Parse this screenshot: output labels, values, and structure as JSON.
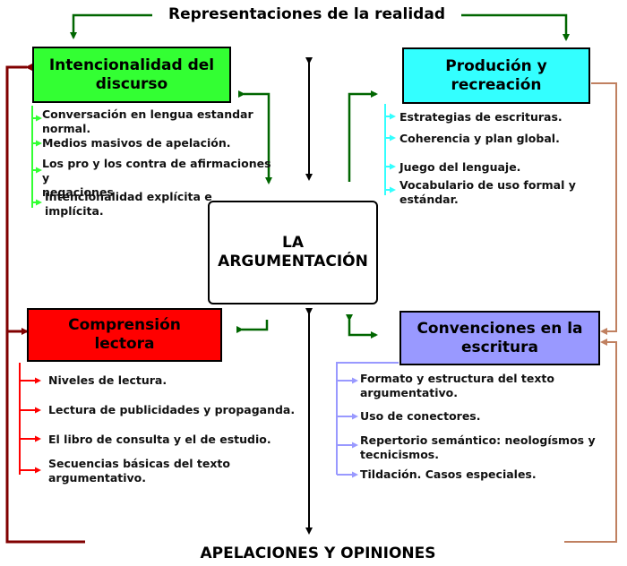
{
  "top_title": "Representaciones de la realidad",
  "bottom_title": "APELACIONES Y OPINIONES",
  "center": {
    "line1": "LA",
    "line2": "ARGUMENTACIÓN"
  },
  "colors": {
    "green": "#33ff33",
    "cyan": "#33ffff",
    "red": "#ff0000",
    "lavender": "#9999ff",
    "dark_green": "#006600",
    "dark_red": "#800000",
    "brown": "#c08060"
  },
  "boxes": {
    "intencionalidad": {
      "line1": "Intencionalidad del",
      "line2": "discurso"
    },
    "produccion": {
      "line1": "Produción y",
      "line2": "recreación"
    },
    "comprension": {
      "line1": "Comprensión",
      "line2": "lectora"
    },
    "convenciones": {
      "line1": "Convenciones en la",
      "line2": "escritura"
    }
  },
  "intencionalidad_items": [
    {
      "line1": "Conversación en lengua estandar",
      "line2": "normal."
    },
    {
      "line1": "Medios masivos de apelación.",
      "line2": ""
    },
    {
      "line1": "Los pro y los contra de afirmaciones y",
      "line2": "negaciones"
    },
    {
      "line1": "Intencionalidad explícita e",
      "line2": "implícita."
    }
  ],
  "produccion_items": [
    {
      "line1": "Estrategias de escrituras.",
      "line2": ""
    },
    {
      "line1": "Coherencia y plan global.",
      "line2": ""
    },
    {
      "line1": "Juego del lenguaje.",
      "line2": ""
    },
    {
      "line1": "Vocabulario de uso formal y",
      "line2": "estándar."
    }
  ],
  "comprension_items": [
    {
      "line1": "Niveles de lectura.",
      "line2": ""
    },
    {
      "line1": "Lectura de publicidades y propaganda.",
      "line2": ""
    },
    {
      "line1": "El libro de consulta y el de estudio.",
      "line2": ""
    },
    {
      "line1": "Secuencias básicas del texto",
      "line2": "argumentativo."
    }
  ],
  "convenciones_items": [
    {
      "line1": "Formato y estructura del texto",
      "line2": "argumentativo."
    },
    {
      "line1": "Uso de conectores.",
      "line2": ""
    },
    {
      "line1": "Repertorio semántico: neologísmos y",
      "line2": "tecnicismos."
    },
    {
      "line1": "Tildación. Casos especiales.",
      "line2": ""
    }
  ]
}
